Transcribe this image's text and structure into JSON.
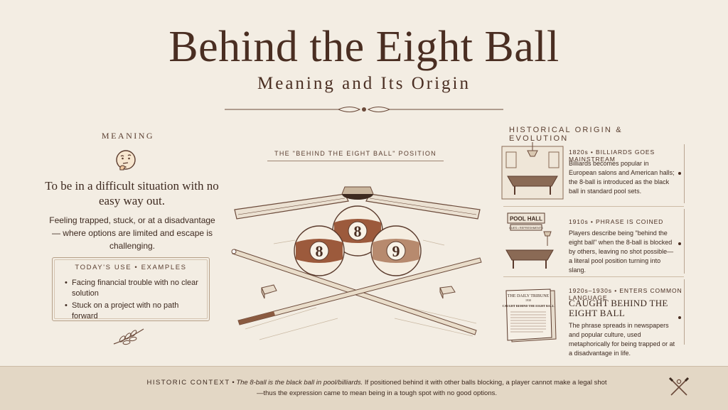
{
  "header": {
    "title": "Behind the Eight Ball",
    "subtitle": "Meaning and Its Origin"
  },
  "meaning": {
    "heading": "MEANING",
    "icon": "thinking-face-icon",
    "definition": "To be in a difficult situation with no easy way out.",
    "description": "Feeling trapped, stuck, or at a disadvantage — where options are limited and escape is challenging."
  },
  "todays_use": {
    "heading": "TODAY'S USE • EXAMPLES",
    "examples": [
      "Facing financial trouble with no clear solution",
      "Stuck on a project with no path forward"
    ]
  },
  "position": {
    "label": "THE \"BEHIND THE EIGHT BALL\" POSITION",
    "balls": [
      "8",
      "8",
      "9"
    ]
  },
  "history": {
    "heading": "HISTORICAL ORIGIN & EVOLUTION",
    "eras": [
      {
        "date": "1820s • BILLIARDS GOES MAINSTREAM",
        "description": "Billiards becomes popular in European salons and American halls; the 8-ball is introduced as the black ball in standard pool sets."
      },
      {
        "date": "1910s • PHRASE IS COINED",
        "sign": "POOL HALL",
        "sign_sub": "CUES • REFRESHMENTS",
        "description": "Players describe being \"behind the eight ball\" when the 8-ball is blocked by others, leaving no shot possible—a literal pool position turning into slang."
      },
      {
        "date": "1920s–1930s • ENTERS COMMON LANGUAGE",
        "headline": "CAUGHT BEHIND THE EIGHT BALL",
        "newspaper_masthead": "THE DAILY TRIBUNE",
        "newspaper_year": "1930",
        "newspaper_headline": "CAUGHT BEHIND THE EIGHT BALL",
        "description": "The phrase spreads in newspapers and popular culture, used metaphorically for being trapped or at a disadvantage in life."
      }
    ]
  },
  "context": {
    "label": "HISTORIC CONTEXT",
    "sep": " • ",
    "emphasis": "The 8-ball is the black ball in pool/billiards.",
    "text": " If positioned behind it with other balls blocking, a player cannot make a legal shot—thus the expression came to mean being in a tough spot with no good options."
  },
  "icons": {
    "divider": "ornamental-divider",
    "leaf": "leaf-sprig-icon",
    "footer": "crossed-cues-icon"
  },
  "colors": {
    "background": "#f3ede3",
    "ink": "#3e2a20",
    "band": "#e3d7c5",
    "ball_stripe": "#9c5a3c"
  }
}
